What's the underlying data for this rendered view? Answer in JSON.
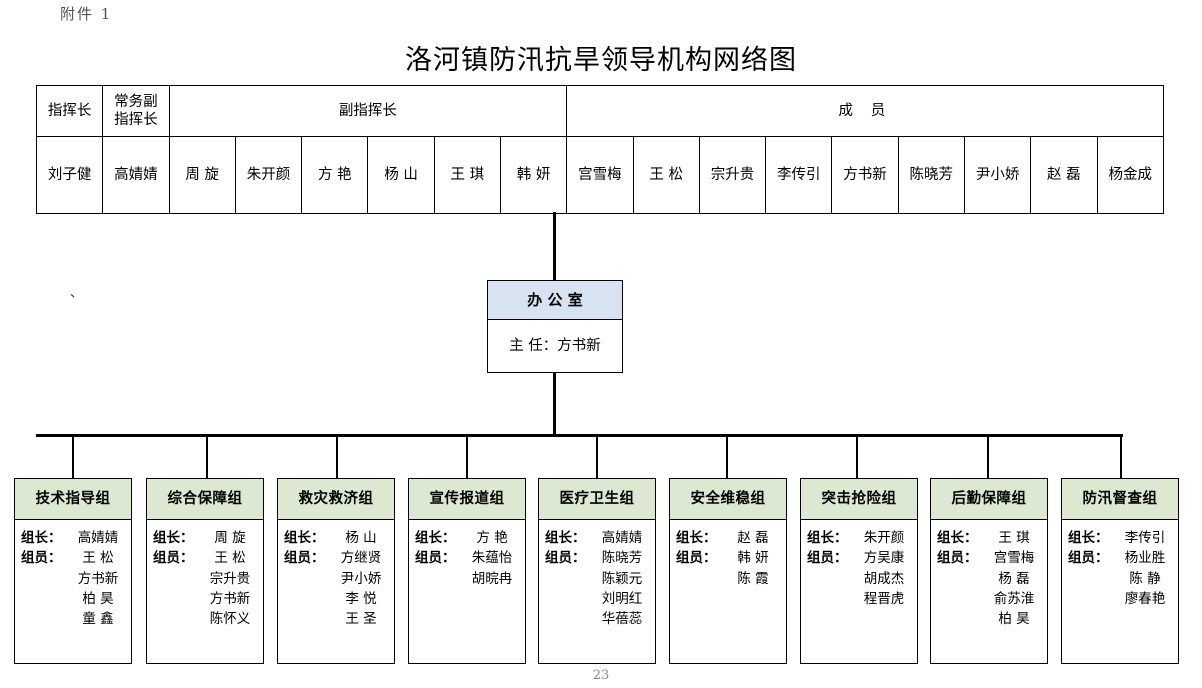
{
  "attachment_label": "附件 1",
  "title": "洛河镇防汛抗旱领导机构网络图",
  "page_number": "23",
  "stray_mark": "、",
  "colors": {
    "office_header_fill": "#d7e3f1",
    "group_header_fill": "#dce8d1",
    "border": "#000000",
    "page_background": "#ffffff"
  },
  "leadership_table": {
    "headers": [
      {
        "label": "指挥长",
        "colspan": 1
      },
      {
        "label": "常务副\n指挥长",
        "line1": "常务副",
        "line2": "指挥长",
        "colspan": 1
      },
      {
        "label": "副指挥长",
        "colspan": 6
      },
      {
        "label": "成  员",
        "colspan": 9
      }
    ],
    "names": [
      "刘子健",
      "高婧婧",
      "周  旋",
      "朱开颜",
      "方  艳",
      "杨  山",
      "王  琪",
      "韩  妍",
      "宫雪梅",
      "王  松",
      "宗升贵",
      "李传引",
      "方书新",
      "陈晓芳",
      "尹小娇",
      "赵  磊",
      "杨金成"
    ]
  },
  "office": {
    "title": "办 公 室",
    "director_label": "主  任：",
    "director_name": "方书新",
    "director_line": "主  任：方书新"
  },
  "groups": [
    {
      "name": "技术指导组",
      "leader_label": "组长：",
      "leader": "高婧婧",
      "member_label": "组员：",
      "members": [
        "王  松",
        "方书新",
        "柏  昊",
        "童  鑫"
      ]
    },
    {
      "name": "综合保障组",
      "leader_label": "组长：",
      "leader": "周  旋",
      "member_label": "组员：",
      "members": [
        "王  松",
        "宗升贵",
        "方书新",
        "陈怀义"
      ]
    },
    {
      "name": "救灾救济组",
      "leader_label": "组长：",
      "leader": "杨  山",
      "member_label": "组员：",
      "members": [
        "方继贤",
        "尹小娇",
        "李  悦",
        "王  圣"
      ]
    },
    {
      "name": "宣传报道组",
      "leader_label": "组长：",
      "leader": "方  艳",
      "member_label": "组员：",
      "members": [
        "朱蕴怡",
        "胡晥冉"
      ]
    },
    {
      "name": "医疗卫生组",
      "leader_label": "组长：",
      "leader": "高婧婧",
      "member_label": "组员：",
      "members": [
        "陈晓芳",
        "陈颖元",
        "刘明红",
        "华蓓蕊"
      ]
    },
    {
      "name": "安全维稳组",
      "leader_label": "组长：",
      "leader": "赵  磊",
      "member_label": "组员：",
      "members": [
        "韩  妍",
        "陈  霞"
      ]
    },
    {
      "name": "突击抢险组",
      "leader_label": "组长：",
      "leader": "朱开颜",
      "member_label": "组员：",
      "members": [
        "方吴康",
        "胡成杰",
        "程晋虎"
      ]
    },
    {
      "name": "后勤保障组",
      "leader_label": "组长：",
      "leader": "王  琪",
      "member_label": "组员：",
      "members": [
        "宫雪梅",
        "杨  磊",
        "俞苏淮",
        "柏  昊"
      ]
    },
    {
      "name": "防汛督查组",
      "leader_label": "组长：",
      "leader": "李传引",
      "member_label": "组员：",
      "members": [
        "杨业胜",
        "陈  静",
        "廖春艳"
      ]
    }
  ]
}
